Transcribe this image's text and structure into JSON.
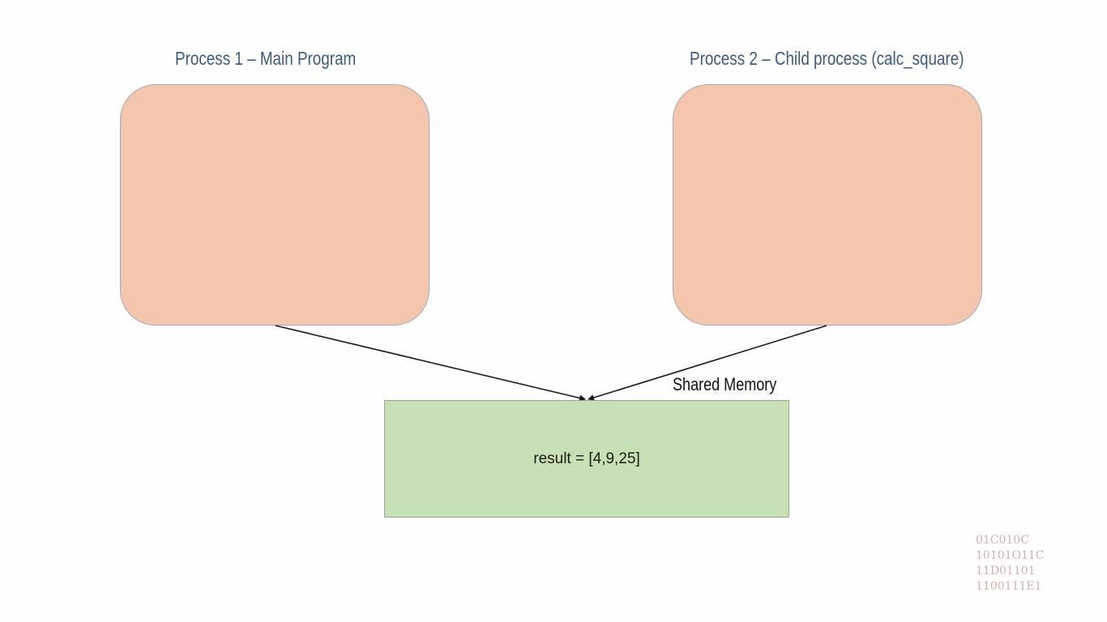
{
  "process1": {
    "title": "Process 1 – Main Program"
  },
  "process2": {
    "title": "Process 2 – Child process (calc_square)"
  },
  "shared_memory": {
    "label": "Shared Memory",
    "content": "result = [4,9,25]"
  },
  "colors": {
    "process_fill": "#f3c6ad",
    "shared_fill": "#c8e1b4",
    "title_color": "#3d5a80",
    "arrow_color": "#1a1a1a"
  },
  "logo": {
    "lines": [
      "01C010C",
      "10101O11C",
      "11D01101",
      "1100111E1"
    ]
  }
}
